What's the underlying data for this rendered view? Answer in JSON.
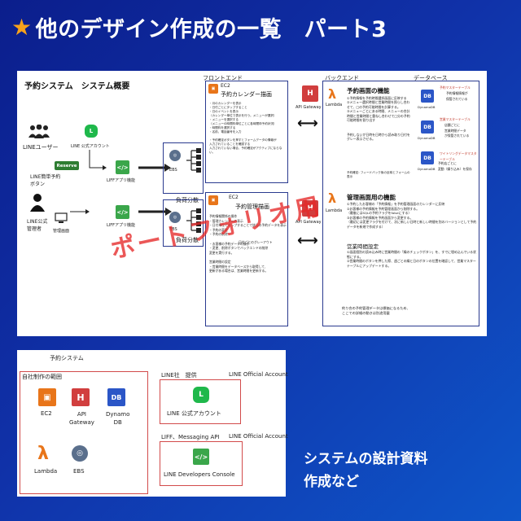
{
  "banner": {
    "title": "他のデザイン作成の一覧　パート3",
    "star_icon": "star-icon"
  },
  "diagram1": {
    "title": "予約システム　システム概要",
    "col_frontend": "フロントエンド",
    "col_backend": "バックエンド",
    "col_database": "データベース",
    "line_user": "LINEユーザー",
    "line_account": "LINE 公式アカウント",
    "reserve_button_label": "Reserve",
    "reserve_menu_label": "LINE簡単予約\nボタン",
    "liff_app_1": "LIFFアプリ機能",
    "liff_app_2": "LIFFアプリ機能",
    "admin": "LINE公式\n管理者",
    "admin_screen": "管理画面",
    "ebs_1": "EBS",
    "ebs_2": "EBS",
    "lb_1": "負荷分散",
    "lb_2": "負荷分散",
    "ec2_1_label": "EC2",
    "ec2_1_title": "予約カレンダー描画",
    "ec2_1_text": "・月のカレンダーを表示\n・日付ごとにタップすること\n・日のイベントを表示\n（カレンダー単位で表示を行う。メニューが選択）\n・メニューを選択する\n（メニューの時間枠単位ごとに各時間枠予約状況）\n・時間枠を選択する\n・名前、電話番号を入力\n\n・予約確定ボタンを押すとフォームデータの情報が\n入力されていることを確認する\n入力されていない場合、予約確定がアクティブにならない。",
    "ec2_2_label": "EC2",
    "ec2_2_title": "予約管理描画",
    "ec2_2_text": "予約情報関係の操作\n・管理カレンダーの表示\n・日付単位でタップすることで該当の予約データを表示\n・予約の変更\n・予約の削除\n\n・お客様の予約データの操作\n・変更、削除ボタンでバックエンドの削除\n変更を実行する。\n\n営業時間の設定\n・営業時間をデータベースから取得して、\n更新がある場合は、営業時間を更新する。",
    "ec2_2_sub": "日付ごとのグレーアウト",
    "api_gateway_1": "API Gateway",
    "api_gateway_2": "API Gateway",
    "lambda_1": "Lambda",
    "lambda_2": "Lambda",
    "be1_title": "予約画面の機能",
    "be1_text": "①予約情報を予約時間選択画面に反映する\n②メニュー選択時間と営業時間を照らし合わせて、□の予約可能時間を計算する。\n③メニューごとにある時間、メニューの合計時間と営業時間と重ねし合わせて□分の予約可能時間を割り出す",
    "be1_tail": "予約しないが日時を日時から読み取り日付をグレー表示させる。",
    "be1_extra": "予約確定: フィードバック後の反映とフォームの表示",
    "be2_title": "管理画面用の機能",
    "be2_text": "①予約したお客様の「予約情報」を予約管理画面のカレンダーに反映\n②お客様の予約情報を予約管理画面から削除する。\n（最後にはSQLの予約フラグをfalseにする）\n③お客様の予約情報を予約画面から変更する。\n（最初には変更フラグを付けて、次に新しい日時と新しい時間を別のバージョンとして予約データを新規で作成する）",
    "be2_sub_title": "営業時間設定",
    "be2_sub_text": "①画面個別の読み込み時に営業時間の「繰のチェックボタン」を、すでに埋め込んでいる状態にする。\n②営業時間のボタンを押した際、週ごとの繰と日のボタンの位置を確認して、営業マスターテーブルにアップデートする。",
    "db_1_title": "予約マスターテーブル",
    "db_1_text": "予約情報情報が\n保管されている",
    "db_2_title": "営業マスターテーブル",
    "db_2_text": "店舗ごとに\n営業時間データ\nが保管されている",
    "db_3_title": "ワイトリングデータマスターテーブル",
    "db_3_text": "予約店ごとに\n変動（繰り込み）を保存",
    "dynamodb_label": "DynamoDB",
    "footer_note": "約り合の予約管理データは標価になるため、\nここでの詳細の動きは別途用載",
    "watermark": "ポートフォリオ用"
  },
  "diagram2": {
    "title": "予約システム",
    "own_scope": "自社制作の範囲",
    "ec2": "EC2",
    "api_gateway": "API\nGateway",
    "dynamodb": "Dynamo\nDB",
    "lambda": "Lambda",
    "ebs": "EBS",
    "line_provide": "LINE社　提供",
    "line_official_1": "LINE Official Account",
    "line_official_account": "LINE 公式アカウント",
    "liff_messaging": "LIFF、Messaging API",
    "line_official_2": "LINE Official Account",
    "line_dev_console": "LINE Developers Console"
  },
  "caption": {
    "line1": "システムの設計資料",
    "line2": "作成など"
  },
  "colors": {
    "bg_start": "#0b1e8c",
    "bg_end": "#0e56c9",
    "accent_star": "#f7a21b",
    "aws_orange": "#e8751a",
    "aws_red": "#d13e3e",
    "aws_blue": "#2b56c7",
    "line_green": "#1fb84b",
    "watermark_red": "#e62828"
  }
}
